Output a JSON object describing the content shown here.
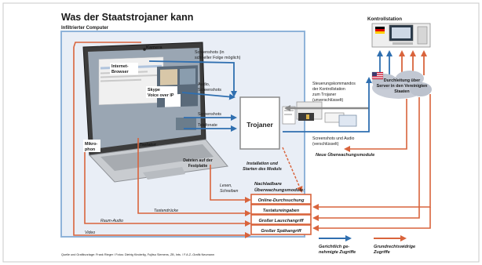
{
  "title": "Was der Staatstrojaner kann",
  "subtitle": "Infiltrierter Computer",
  "control_station_label": "Kontrollstation",
  "labels": {
    "kamera": "Kamera",
    "browser_l1": "Internet-",
    "browser_l2": "Browser",
    "skype_l1": "Skype",
    "skype_l2": "Voice over IP",
    "mikro_l1": "Mikro-",
    "mikro_l2": "phon",
    "tastatur": "Tastatur",
    "festplatte_l1": "Dateien auf der",
    "festplatte_l2": "Festplatte",
    "shots_fast_l1": "Screenshots (in",
    "shots_fast_l2": "schneller Folge möglich)",
    "audio_l1": "Audio,",
    "audio_l2": "Screenshots",
    "shots": "Screenshots",
    "telefonate": "Telefonate",
    "trojaner": "Trojaner",
    "steuer_l1": "Steuerungskommandos",
    "steuer_l2": "der Kontrollstation",
    "steuer_l3": "zum Trojaner",
    "steuer_l4": "(unverschlüsselt)",
    "shots_audio_l1": "Screenshots und Audio",
    "shots_audio_l2": "(verschlüsselt)",
    "neue_module": "Neue Überwachungsmodule",
    "usa_l1": "Durchleitung über",
    "usa_l2": "Server in den Vereinigten",
    "usa_l3": "Staaten",
    "install_l1": "Installation und",
    "install_l2": "Starten des Moduls",
    "lesen_l1": "Lesen,",
    "lesen_l2": "Schreiben",
    "nachladbar_l1": "Nachladbare",
    "nachladbar_l2": "Überwachungsmodule:",
    "raum_audio": "Raum-Audio",
    "tastendruecke": "Tastendrücke",
    "video": "Video",
    "gericht_l1": "Gerichtlich ge-",
    "gericht_l2": "nehmigte Zugriffe",
    "grund_l1": "Grundrechtswidrige",
    "grund_l2": "Zugriffe",
    "source": "Quelle und Grafikvorlage: Frank Rieger / Fotos: Dietrig Kinderlig, Fujitsu Siemens, ZB, Ints. / F.A.Z.-Grafik Neumann"
  },
  "modules": [
    "Online-Durchsuchung",
    "Tastatureingaben",
    "Großer Lauschangriff",
    "Großer Spähangriff"
  ],
  "colors": {
    "legal_arrow": "#2f6fb0",
    "illegal_arrow": "#d9643c",
    "panel_bg": "#e9eef6",
    "panel_border": "#8fb3d9"
  }
}
